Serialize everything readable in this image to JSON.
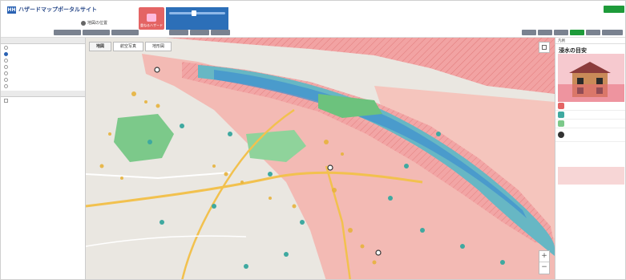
{
  "header": {
    "logo_mark": "HH",
    "logo_title": "ハザードマップポータルサイト",
    "logo_sub": "",
    "locate_label": "地図の位置",
    "hazard_label": "重ねるハザード",
    "panel_line1": "",
    "panel_line2": "",
    "panel_slider_label": ""
  },
  "left": {
    "section1": "",
    "options": [
      "",
      "",
      "",
      "",
      "",
      "",
      ""
    ],
    "section2": "",
    "check": ""
  },
  "map": {
    "tabs": [
      "地図",
      "航空写真",
      "地形図"
    ],
    "attribution": "",
    "zoom_in": "+",
    "zoom_out": "−"
  },
  "right": {
    "head": "凡例",
    "title": "浸水の目安",
    "legend": [
      "",
      "",
      "",
      "",
      ""
    ],
    "text_lines": [
      "",
      "",
      "",
      ""
    ],
    "block_lines": [
      "",
      "",
      "",
      ""
    ]
  },
  "colors": {
    "flood_pink": "#f4a8a8",
    "flood_hatch": "#e88080",
    "river": "#5fb2c2",
    "river_core": "#3f8fd0",
    "park": "#7cc98a",
    "road": "#f2c14e",
    "header_blue": "#2c6fb8",
    "hazard_red": "#e46464"
  }
}
